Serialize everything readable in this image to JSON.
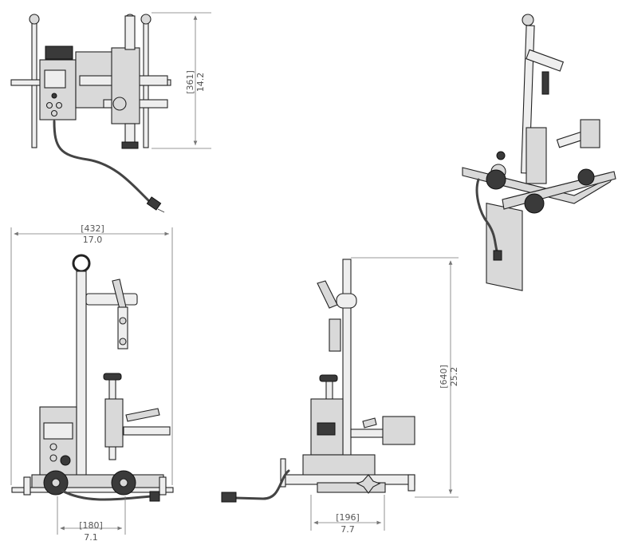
{
  "dimensions": {
    "top_view_depth": {
      "metric": "[361]",
      "imperial": "14.2"
    },
    "front_width": {
      "metric": "[432]",
      "imperial": "17.0"
    },
    "front_wheelbase": {
      "metric": "[180]",
      "imperial": "7.1"
    },
    "side_height": {
      "metric": "[640]",
      "imperial": "25.2"
    },
    "side_base": {
      "metric": "[196]",
      "imperial": "7.7"
    }
  }
}
